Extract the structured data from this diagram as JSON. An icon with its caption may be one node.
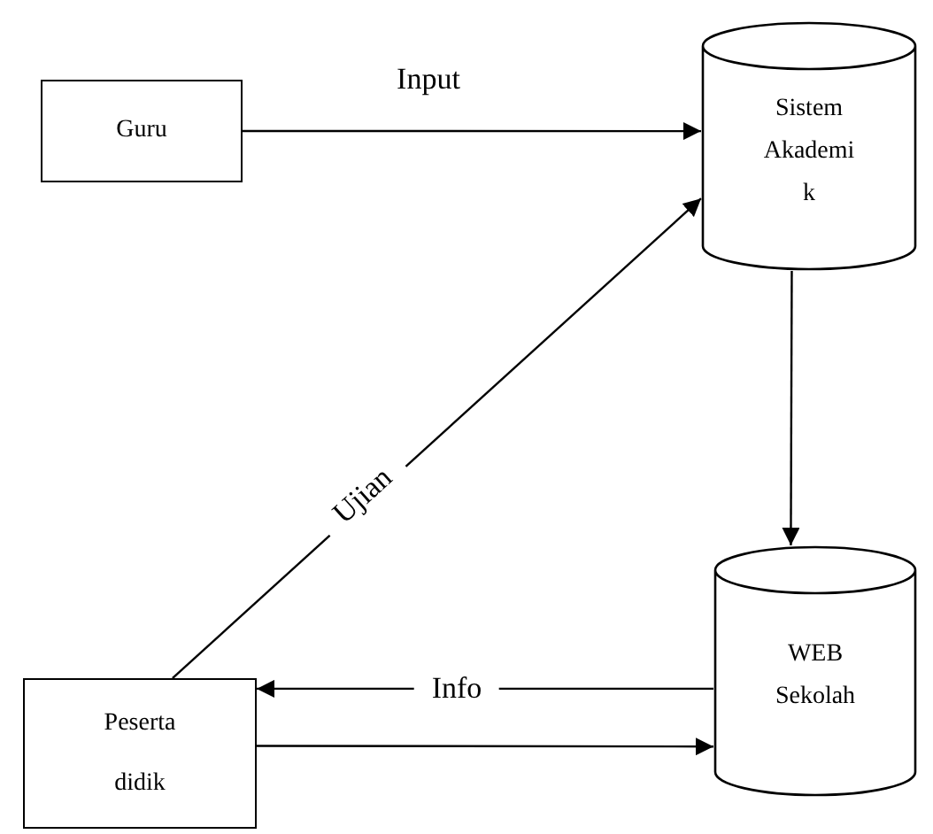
{
  "diagram": {
    "nodes": [
      {
        "text": [
          "Guru"
        ]
      },
      {
        "text": [
          "Sistem Akademik"
        ]
      },
      {
        "text": [
          "WEB Sekolah"
        ]
      },
      {
        "text": [
          "Peserta didik"
        ]
      }
    ],
    "edges": [
      {
        "from": 0,
        "to": 1,
        "arrow": "to",
        "label": "Input"
      },
      {
        "from": 3,
        "to": 1,
        "arrow": "to",
        "label": "Ujian"
      },
      {
        "from": 1,
        "to": 2,
        "arrow": "to"
      },
      {
        "from": 2,
        "to": 3,
        "arrow": "to",
        "label": "Info"
      },
      {
        "from": 3,
        "to": 2,
        "arrow": "to"
      }
    ]
  }
}
